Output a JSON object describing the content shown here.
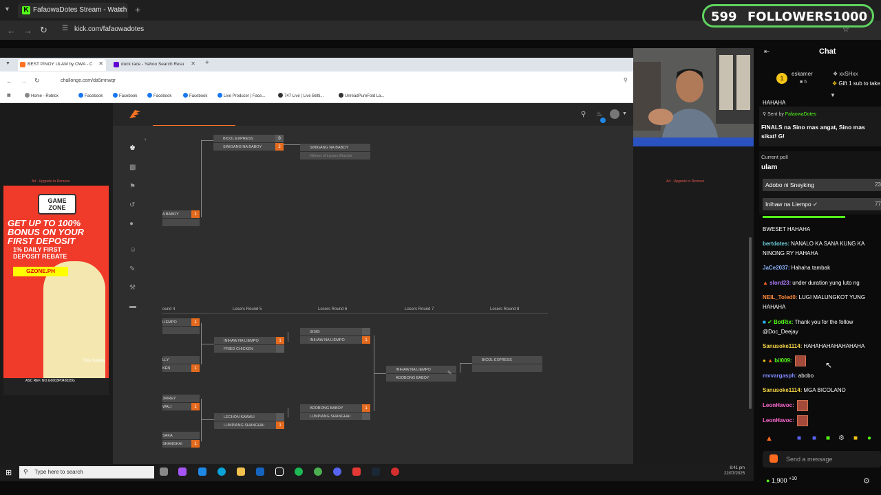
{
  "outer_browser": {
    "tab_title": "FafaowaDotes Stream - Watch L",
    "url": "kick.com/fafaowadotes"
  },
  "follower_goal": {
    "current": "599",
    "label": "FOLLOWERS",
    "goal": "1000"
  },
  "inner_browser": {
    "tab1": "BEST PINOY ULAM by OWA - C",
    "tab2": "duck race - Yahoo Search Resu",
    "url": "challonge.com/da5mnwqr",
    "bookmarks": [
      "Home - Roblox",
      "Facebook",
      "Facebook",
      "Facebook",
      "Live Producer | Face...",
      "747 Live | Live Betti...",
      "UnreadPureFold La..."
    ]
  },
  "bracket": {
    "top": {
      "m1_a": "BICOL EXPRESS",
      "m1_a_score": "0",
      "m1_b": "SINIGANG NA BABOY",
      "m1_b_score": "2",
      "m2_a": "SINIGANG NA BABOY",
      "m2_sub": "Winner of Losers Bracket",
      "m3_a": "A BABOY",
      "m3_a_score": "1"
    },
    "rounds": [
      "ound 4",
      "Losers Round 5",
      "Losers Round 6",
      "Losers Round 7",
      "Losers Round 8"
    ],
    "bottom": {
      "r4": [
        "LIEMPO",
        "",
        "LLY",
        "KEN",
        "JIRREY",
        "WALI",
        "SAKA",
        "SHANGHAI"
      ],
      "r4_scores": [
        "1",
        "",
        "",
        "1",
        "",
        "1",
        "",
        "1"
      ],
      "r5_m1_a": "INIHAW NA LIEMPO",
      "r5_m1_a_score": "1",
      "r5_m1_b": "FRIED CHICKEN",
      "r5_m1_b_score": "",
      "r5_m2_a": "LECHON KAWALI",
      "r5_m2_a_score": "",
      "r5_m2_b": "LUMPIANG SHANGHAI",
      "r5_m2_b_score": "1",
      "r6_m1_a": "SISIG",
      "r6_m1_a_score": "",
      "r6_m1_b": "INIHAW NA LIEMPO",
      "r6_m1_b_score": "1",
      "r6_m2_a": "ADOBONG BABOY",
      "r6_m2_a_score": "1",
      "r6_m2_b": "LUMPIANG SHANGHAI",
      "r6_m2_b_score": "",
      "r7_a": "INIHAW NA LIEMPO",
      "r7_b": "ADOBONG BABOY",
      "r8_a": "BICOL EXPRESS"
    }
  },
  "ads": {
    "label_left": "Ad - Upgrade to Remove",
    "label_right": "Ad - Upgrade to Remove",
    "gamezone_logo": "GAME ZONE",
    "headline": "GET UP TO 100% BONUS ON YOUR FIRST DEPOSIT",
    "sub": "1% DAILY FIRST DEPOSIT REBATE",
    "site": "GZONE.PH",
    "ambassador": "Vice Ganda",
    "asc": "ASC REF. NO.G0003P043025G"
  },
  "taskbar": {
    "search_placeholder": "Type here to search",
    "time": "8:41 pm",
    "date": "22/07/2025"
  },
  "chat": {
    "title": "Chat",
    "gifter_name": "eskamer",
    "gifter_count": "5",
    "gift_recipient": "xxSHxx",
    "gift_cta": "Gift 1 sub to take",
    "pinned_cut": "HAHAHA",
    "pinned_by_label": "Sent by",
    "pinned_by": "FafaowaDotes",
    "pinned_message": "FINALS na Sino mas angat, Sino mas sikat! G!",
    "poll_label": "Current poll",
    "poll_question": "ulam",
    "poll_options": [
      {
        "label": "Adobo ni Sneyking",
        "pct": "23"
      },
      {
        "label": "Inihaw na Liempo",
        "pct": "77"
      }
    ],
    "messages": [
      {
        "user": "",
        "text": "BWESET HAHAHA",
        "color": "#ffffff"
      },
      {
        "user": "bertdotes:",
        "text": "NANALO KA SANA KUNG KA NINONG RY HAHAHA",
        "color": "#6fd3e0"
      },
      {
        "user": "JaCe2037:",
        "text": "Hahaha tambak",
        "color": "#8ab6ff"
      },
      {
        "user": "slord23:",
        "text": "under duration yung luto ng",
        "color": "#b07cff"
      },
      {
        "user": "NEIL_Toled0:",
        "text": "LUGI MALUNGKOT YUNG HAHAHA",
        "color": "#ff8a3d"
      },
      {
        "user": "BotRix:",
        "text": "Thank you for the follow @Doc_Deejay",
        "color": "#53fc18"
      },
      {
        "user": "Sanusoke1114:",
        "text": "HAHAHAHAHAHAHAHA",
        "color": "#f5d547"
      },
      {
        "user": "bil009:",
        "text": "",
        "color": "#53fc18"
      },
      {
        "user": "mvvargasph:",
        "text": "abobo",
        "color": "#7f8cff"
      },
      {
        "user": "Sanusoke1114:",
        "text": "MGA BICOLANO",
        "color": "#f5d547"
      },
      {
        "user": "LeonHavoc:",
        "text": "",
        "color": "#ff6bd3"
      },
      {
        "user": "LeonHavoc:",
        "text": "",
        "color": "#ff6bd3"
      }
    ],
    "send_placeholder": "Send a message",
    "points": "1,900",
    "points_delta": "+10"
  }
}
